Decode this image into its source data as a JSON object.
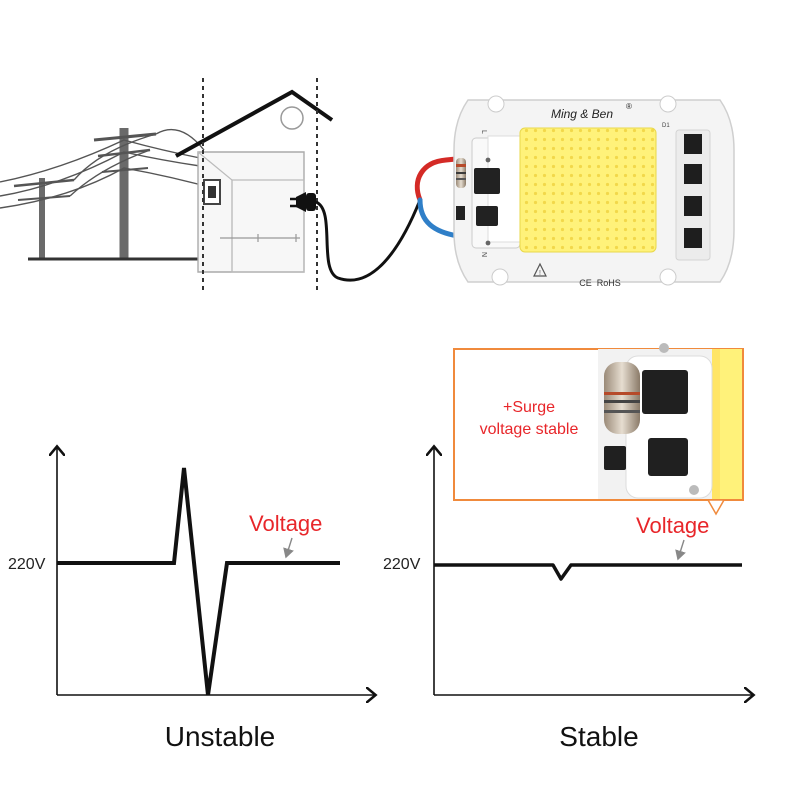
{
  "chip": {
    "brand": "Ming & Ben",
    "registered_mark": "®",
    "cert_label": "CE  RoHS",
    "terminal_live": "L",
    "terminal_neutral": "N",
    "diode_label": "D1"
  },
  "surge_callout": {
    "line1": "+Surge",
    "line2": "voltage stable",
    "frame_color": "#f08a3c",
    "text_color": "#e8262a"
  },
  "graphs": [
    {
      "title": "Unstable",
      "ref_label": "220V",
      "signal_label": "Voltage",
      "signal_label_color": "#e8262a"
    },
    {
      "title": "Stable",
      "ref_label": "220V",
      "signal_label": "Voltage",
      "signal_label_color": "#e8262a"
    }
  ],
  "colors": {
    "wire_live": "#d42a26",
    "wire_neutral": "#2f7fc8",
    "led_face": "#fff27a",
    "board": "#f4f4f4"
  }
}
